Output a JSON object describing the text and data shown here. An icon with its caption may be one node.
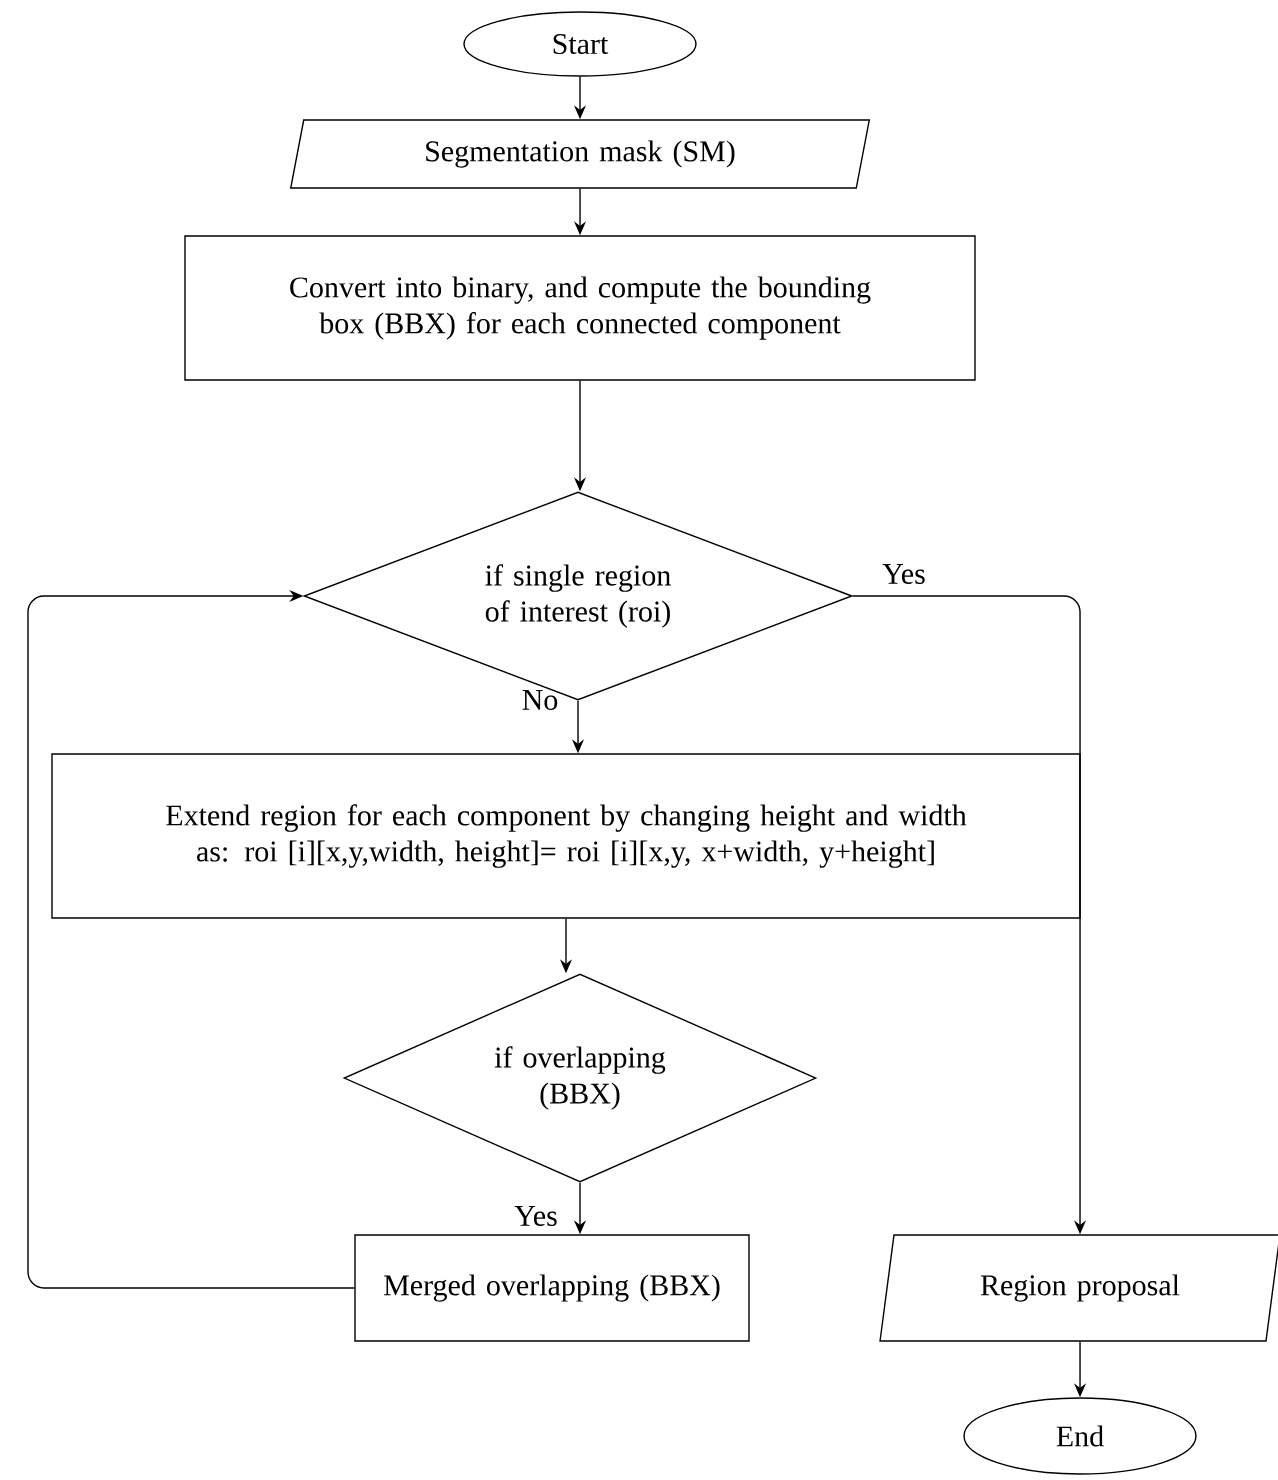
{
  "diagram": {
    "nodes": [
      {
        "text": [
          "Start"
        ]
      },
      {
        "text": [
          "Segmentation mask (SM)"
        ]
      },
      {
        "text": [
          "Convert into binary, and compute the bounding box (BBX) for each connected component"
        ]
      },
      {
        "text": [
          "if single region of interest (roi)"
        ]
      },
      {
        "text": [
          "Extend region for each component by changing height and width as: roi [i][x,y,width, height]= roi [i][x,y, x+width, y+height]"
        ]
      },
      {
        "text": [
          "if overlapping (BBX)"
        ]
      },
      {
        "text": [
          "Merged overlapping (BBX)"
        ]
      },
      {
        "text": [
          "Region proposal"
        ]
      },
      {
        "text": [
          "End"
        ]
      }
    ],
    "edges": [
      {
        "from": 0,
        "to": 1,
        "arrow": "to"
      },
      {
        "from": 1,
        "to": 2,
        "arrow": "to"
      },
      {
        "from": 2,
        "to": 3,
        "arrow": "to"
      },
      {
        "from": 3,
        "to": 4,
        "arrow": "to",
        "label": "No"
      },
      {
        "from": 4,
        "to": 5,
        "arrow": "to"
      },
      {
        "from": 5,
        "to": 6,
        "arrow": "to",
        "label": "Yes"
      },
      {
        "from": 6,
        "to": 3,
        "arrow": "to"
      },
      {
        "from": 3,
        "to": 7,
        "arrow": "to",
        "label": "Yes"
      },
      {
        "from": 7,
        "to": 8,
        "arrow": "to"
      }
    ]
  }
}
